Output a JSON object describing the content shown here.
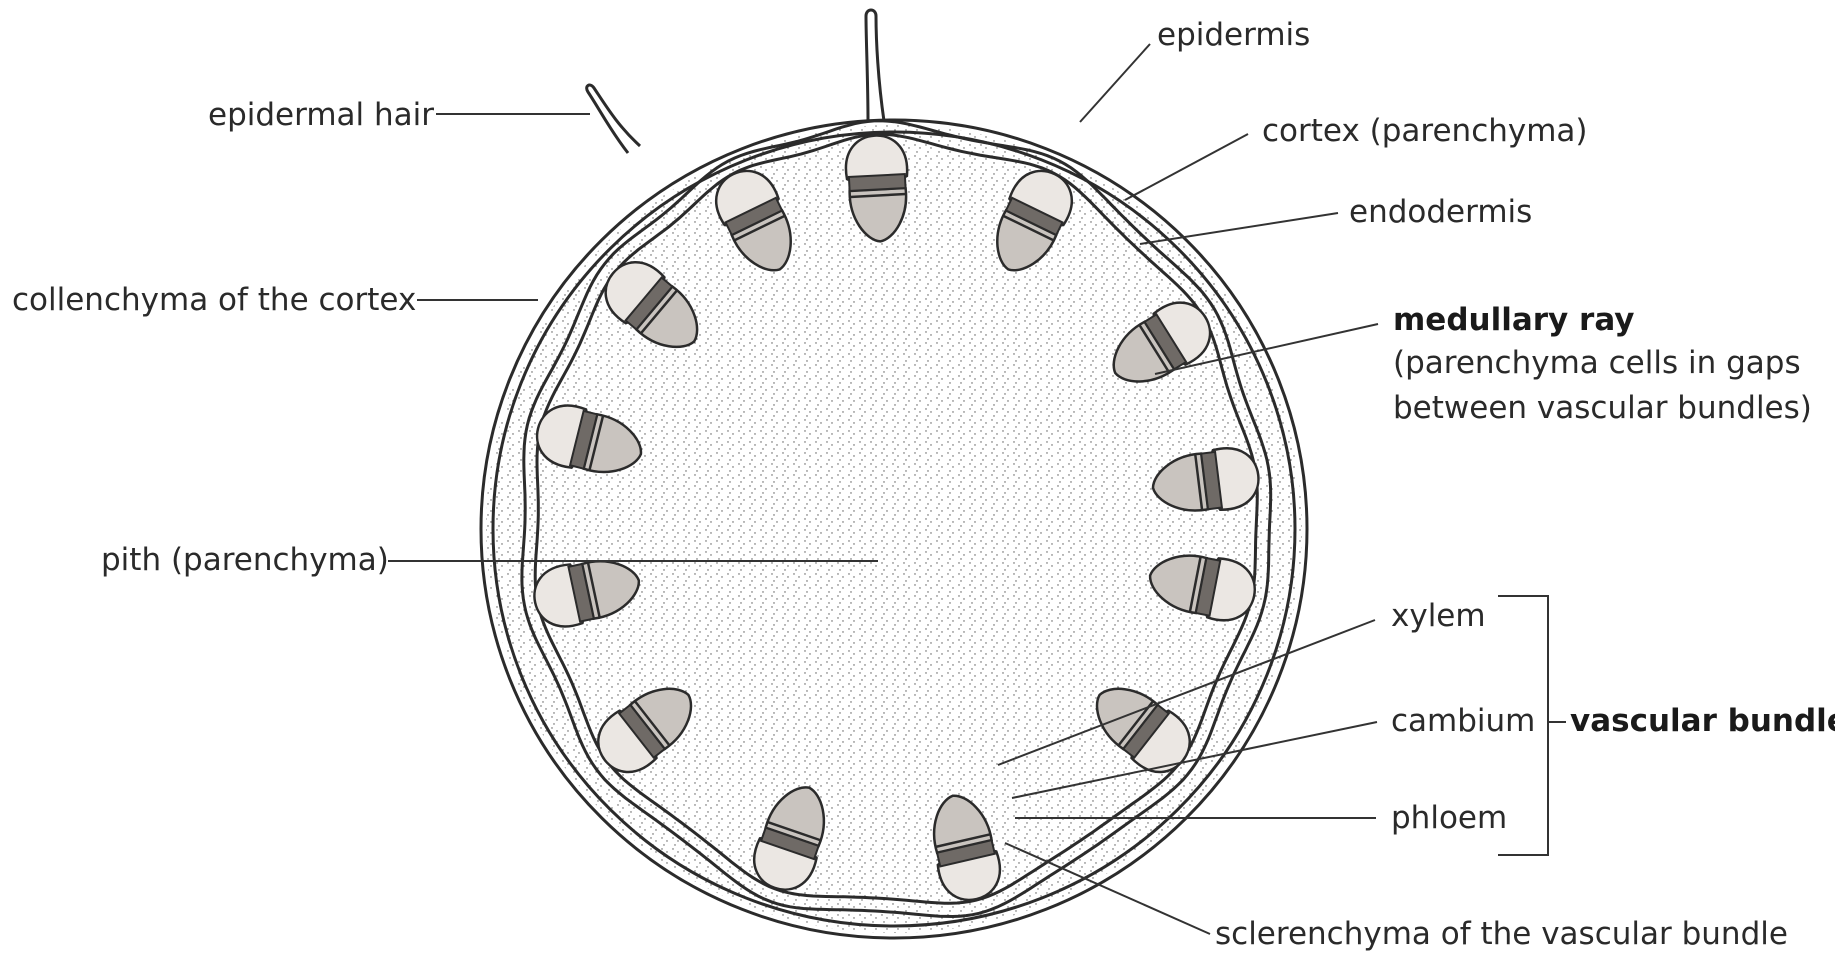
{
  "diagram": {
    "colors": {
      "outline": "#2b2b2b",
      "xylem_fill": "#c9c4bf",
      "sclerenchyma_fill": "#ebe7e3",
      "cambium_fill": "#6f6a66",
      "stipple": "#4a4a4a"
    },
    "labels": {
      "epidermal_hair": "epidermal hair",
      "epidermis": "epidermis",
      "cortex": "cortex (parenchyma)",
      "endodermis": "endodermis",
      "collenchyma": "collenchyma of the cortex",
      "medullary_ray_title": "medullary ray",
      "medullary_ray_line1": "(parenchyma cells in gaps",
      "medullary_ray_line2": "between vascular bundles)",
      "pith": "pith (parenchyma)",
      "xylem": "xylem",
      "cambium": "cambium",
      "phloem": "phloem",
      "vascular_bundle": "vascular bundle",
      "sclerenchyma": "sclerenchyma of the vascular bundle"
    }
  }
}
